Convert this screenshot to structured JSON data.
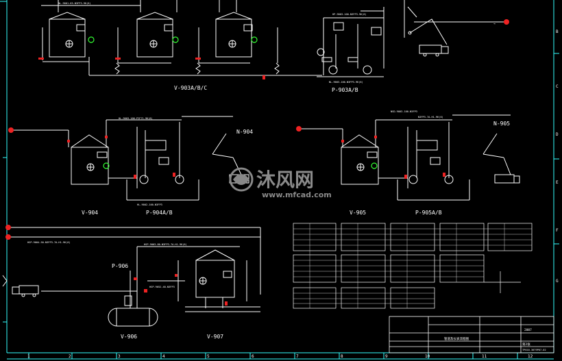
{
  "equipment": {
    "v903": "V-903A/B/C",
    "p903": "P-903A/B",
    "v904": "V-904",
    "p904": "P-904A/B",
    "n904": "N-904",
    "v905": "V-905",
    "p905": "P-905A/B",
    "n905": "N-905",
    "p906": "P-906",
    "v906": "V-906",
    "v907": "V-907"
  },
  "line_numbers": {
    "l1": "NL-9001-65-N3FP3-9K(6)",
    "l2": "HP-9003-100-N3FP3-9K(6)",
    "l3": "NL-9003-100-N3FP3-9K(6)",
    "l4": "HL-9003-100-PIF71-9K(6)",
    "l5": "NSD-9003-100-N3FP3",
    "l6": "N3FP3-7A-H1-9K(6)",
    "l7": "HSP-9004-50-N3FP3-7A-H1-9K(6)",
    "l8": "HSP-9003-80-N3FP3-7A-H1-9K(6)",
    "l9": "HL-9002-100-N3FP3",
    "l10": "HSP-9052-40-N3FP3"
  },
  "watermark": {
    "brand": "沐风网",
    "url": "www.mfcad.com"
  },
  "title_block": {
    "drawing_title": "管道及仪表流程图",
    "year": "2007",
    "drawing_number": "TP010-3079P07-02",
    "sheet": "第2张"
  },
  "column_numbers": [
    "1",
    "2",
    "3",
    "4",
    "5",
    "6",
    "7",
    "8",
    "9",
    "10",
    "11",
    "12"
  ],
  "row_letters": [
    "B",
    "C",
    "D",
    "E",
    "F",
    "G"
  ]
}
